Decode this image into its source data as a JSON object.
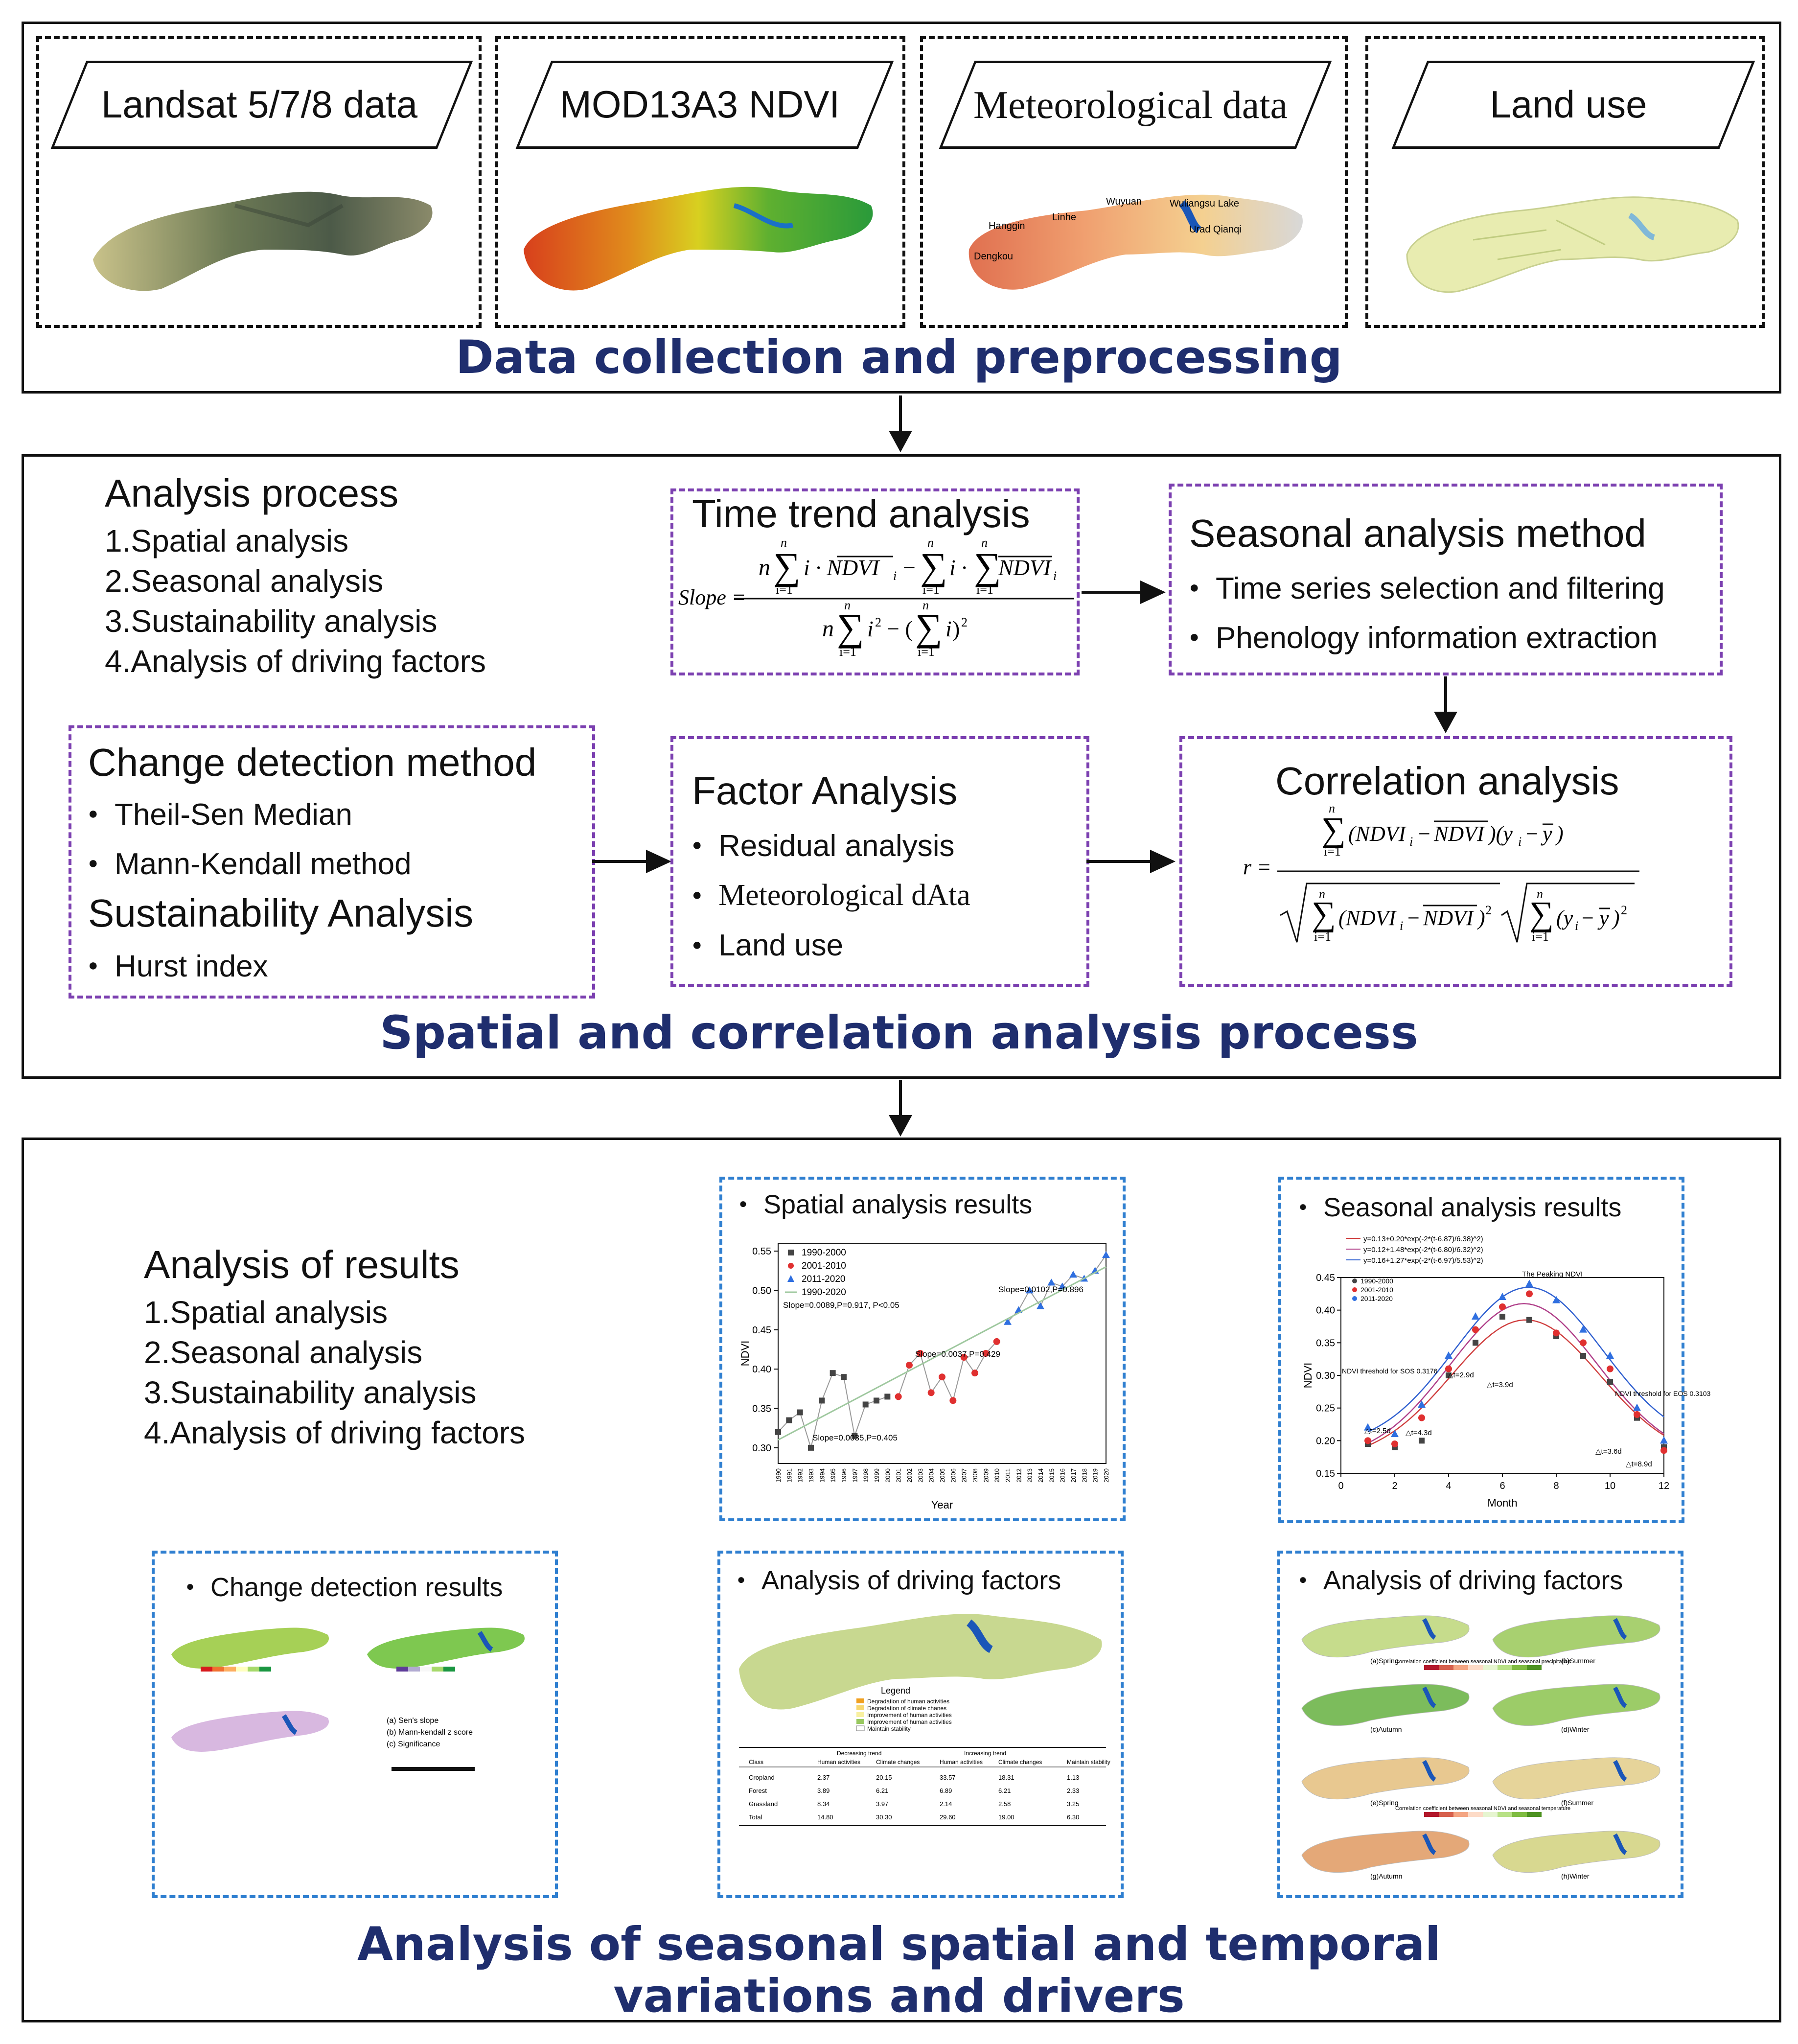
{
  "colors": {
    "title_blue": "#1f2e6e",
    "purple_dash": "#7b3fb0",
    "blue_dash": "#2f7fd0",
    "series_1990_2000": "#444444",
    "series_2001_2010": "#e03030",
    "series_2011_2020": "#2f6fe0"
  },
  "section1": {
    "title": "Data collection and preprocessing",
    "sources": [
      {
        "label": "Landsat 5/7/8 data",
        "icon": "satellite-image-map"
      },
      {
        "label": "MOD13A3 NDVI",
        "icon": "ndvi-map"
      },
      {
        "label": "Meteorological data",
        "icon": "meteorological-map"
      },
      {
        "label": "Land use",
        "icon": "land-use-map"
      }
    ],
    "map_labels": [
      "Wuyuan",
      "Wuliangsu Lake",
      "Linhe",
      "Hanggin",
      "Urad Qianqi",
      "Dengkou"
    ]
  },
  "section2": {
    "title": "Spatial and correlation analysis process",
    "analysis_process": {
      "heading": "Analysis process",
      "items": [
        "1.Spatial analysis",
        "2.Seasonal analysis",
        "3.Sustainability analysis",
        "4.Analysis of driving factors"
      ]
    },
    "time_trend": {
      "heading": "Time trend analysis",
      "formula_lhs": "Slope ="
    },
    "seasonal_method": {
      "heading": "Seasonal analysis method",
      "items": [
        "Time series selection and filtering",
        "Phenology information extraction"
      ]
    },
    "change_detection": {
      "heading": "Change detection method",
      "items": [
        "Theil-Sen Median",
        "Mann-Kendall method"
      ],
      "heading2": "Sustainability Analysis",
      "items2": [
        "Hurst index"
      ]
    },
    "factor_analysis": {
      "heading": "Factor Analysis",
      "items": [
        "Residual analysis",
        "Meteorological dAta",
        "Land use"
      ]
    },
    "correlation": {
      "heading": "Correlation analysis",
      "formula_lhs": "r ="
    }
  },
  "section3": {
    "title_line1": "Analysis of seasonal spatial and temporal",
    "title_line2": "variations and drivers",
    "results": {
      "heading": "Analysis of results",
      "items": [
        "1.Spatial analysis",
        "2.Seasonal analysis",
        "3.Sustainability analysis",
        "4.Analysis of driving factors"
      ]
    },
    "panels": {
      "spatial": "Spatial analysis results",
      "seasonal": "Seasonal analysis results",
      "change": "Change detection results",
      "drivers1": "Analysis of driving factors",
      "drivers2": "Analysis of driving factors"
    },
    "change_legend": [
      "(a) Sen's slope",
      "(b) Mann-kendall z score",
      "(c) Significance"
    ],
    "driver_legend_title": "Legend",
    "driver_legend": [
      "Degradation of human activities",
      "Degradation of climate chanes",
      "Improvement of human activities",
      "Improvement of human activities",
      "Maintain stability"
    ],
    "driver_table": {
      "header": [
        "Class",
        "Human activities",
        "Climate changes",
        "Human activities",
        "Climate changes",
        "Maintain stability"
      ],
      "group_header": [
        "Decreasing trend",
        "Increasing trend"
      ],
      "rows": [
        [
          "Cropland",
          "2.37",
          "20.15",
          "33.57",
          "18.31",
          "1.13"
        ],
        [
          "Forest",
          "3.89",
          "6.21",
          "6.89",
          "6.21",
          "2.33"
        ],
        [
          "Grassland",
          "8.34",
          "3.97",
          "2.14",
          "2.58",
          "3.25"
        ],
        [
          "Total",
          "14.80",
          "30.30",
          "29.60",
          "19.00",
          "6.30"
        ]
      ]
    },
    "season_map_captions": [
      "(a)Spring",
      "(b)Summer",
      "(c)Autumn",
      "(d)Winter",
      "(e)Spring",
      "(f)Summer",
      "(g)Autumn",
      "(h)Winter"
    ],
    "season_bar_titles": [
      "Correlation coefficient between seasonal NDVI and seasonal precipitation",
      "Correlation coefficient between seasonal NDVI and seasonal temperature"
    ]
  },
  "chart_data": [
    {
      "type": "line",
      "xlabel": "Year",
      "ylabel": "NDVI",
      "ylim": [
        0.28,
        0.56
      ],
      "yticks": [
        0.3,
        0.35,
        0.4,
        0.45,
        0.5,
        0.55
      ],
      "series": [
        {
          "name": "1990-2000",
          "x": [
            1990,
            1991,
            1992,
            1993,
            1994,
            1995,
            1996,
            1997,
            1998,
            1999,
            2000
          ],
          "values": [
            0.32,
            0.335,
            0.345,
            0.3,
            0.36,
            0.395,
            0.39,
            0.315,
            0.355,
            0.36,
            0.365
          ]
        },
        {
          "name": "2001-2010",
          "x": [
            2001,
            2002,
            2003,
            2004,
            2005,
            2006,
            2007,
            2008,
            2009,
            2010
          ],
          "values": [
            0.365,
            0.405,
            0.42,
            0.37,
            0.39,
            0.36,
            0.415,
            0.395,
            0.42,
            0.435
          ]
        },
        {
          "name": "2011-2020",
          "x": [
            2011,
            2012,
            2013,
            2014,
            2015,
            2016,
            2017,
            2018,
            2019,
            2020
          ],
          "values": [
            0.46,
            0.475,
            0.5,
            0.48,
            0.51,
            0.505,
            0.52,
            0.515,
            0.525,
            0.545
          ]
        },
        {
          "name": "1990-2020",
          "x": [
            1990,
            2020
          ],
          "values": [
            0.31,
            0.53
          ]
        }
      ],
      "annotations": [
        "Slope=0.0089,P=0.917, P<0.05",
        "Slope=0.0102,P=0.896",
        "Slope=0.0037,P=0.429",
        "Slope=0.0035,P=0.405"
      ]
    },
    {
      "type": "scatter",
      "xlabel": "Month",
      "ylabel": "NDVI",
      "ylim": [
        0.15,
        0.45
      ],
      "xlim": [
        0,
        12
      ],
      "yticks": [
        0.15,
        0.2,
        0.25,
        0.3,
        0.35,
        0.4,
        0.45
      ],
      "xticks": [
        0,
        2,
        4,
        6,
        8,
        10,
        12
      ],
      "equations": [
        "y=0.13+0.20*exp(-2*(t-6.87)/6.38)^2)",
        "y=0.12+1.48*exp(-2*(t-6.80)/6.32)^2)",
        "y=0.16+1.27*exp(-2*(t-6.97)/5.53)^2)"
      ],
      "series": [
        {
          "name": "1990-2000",
          "x": [
            1,
            2,
            3,
            4,
            5,
            6,
            7,
            8,
            9,
            10,
            11,
            12
          ],
          "values": [
            0.195,
            0.19,
            0.2,
            0.3,
            0.35,
            0.39,
            0.385,
            0.36,
            0.33,
            0.29,
            0.235,
            0.19
          ]
        },
        {
          "name": "2001-2010",
          "x": [
            1,
            2,
            3,
            4,
            5,
            6,
            7,
            8,
            9,
            10,
            11,
            12
          ],
          "values": [
            0.2,
            0.195,
            0.235,
            0.31,
            0.37,
            0.405,
            0.425,
            0.365,
            0.35,
            0.31,
            0.24,
            0.185
          ]
        },
        {
          "name": "2011-2020",
          "x": [
            1,
            2,
            3,
            4,
            5,
            6,
            7,
            8,
            9,
            10,
            11,
            12
          ],
          "values": [
            0.22,
            0.21,
            0.255,
            0.33,
            0.39,
            0.42,
            0.44,
            0.415,
            0.37,
            0.33,
            0.25,
            0.2
          ]
        }
      ],
      "annotations": [
        "The Peaking NDVI",
        "NDVI threshold for SOS 0.3176",
        "NDVI threshold for EOS 0.3103",
        "△t=2.9d",
        "△t=3.9d",
        "△t=2.5d",
        "△t=4.3d",
        "△t=3.6d",
        "△t=8.9d"
      ]
    }
  ]
}
